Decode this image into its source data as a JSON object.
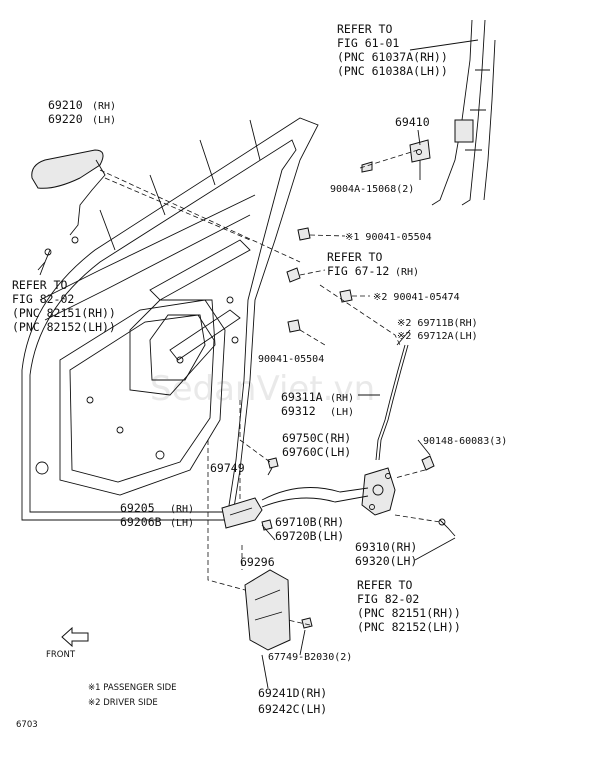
{
  "refs": {
    "fig61_line1": "REFER TO",
    "fig61_line2": "FIG 61-01",
    "fig61_line3": "(PNC 61037A(RH))",
    "fig61_line4": "(PNC 61038A(LH))",
    "fig67_line1": "REFER TO",
    "fig67_line2": "FIG 67-12",
    "fig67_line2_suffix": "(RH)",
    "fig82a_line1": "REFER TO",
    "fig82a_line2": "FIG 82-02",
    "fig82a_line3": "(PNC 82151(RH))",
    "fig82a_line4": "(PNC 82152(LH))",
    "fig82b_line1": "REFER TO",
    "fig82b_line2": "FIG 82-02",
    "fig82b_line3": "(PNC 82151(RH))",
    "fig82b_line4": "(PNC 82152(LH))"
  },
  "parts": {
    "p69210": "69210",
    "p69210_side": "(RH)",
    "p69220": "69220",
    "p69220_side": "(LH)",
    "p69410": "69410",
    "p9004a": "9004A-15068(2)",
    "p90041_05504_top": "※1 90041-05504",
    "p90041_05474": "※2 90041-05474",
    "p90041_05504_mid": "90041-05504",
    "p69711b": "※2 69711B(RH)",
    "p69712a": "※2 69712A(LH)",
    "p69311a": "69311A",
    "p69311a_side": "(RH)",
    "p69312": "69312",
    "p69312_side": "(LH)",
    "p90148": "90148-60083(3)",
    "p69750c": "69750C(RH)",
    "p69760c": "69760C(LH)",
    "p69749": "69749",
    "p69205": "69205",
    "p69205_side": "(RH)",
    "p69206b": "69206B",
    "p69206b_side": "(LH)",
    "p69710b": "69710B(RH)",
    "p69720b": "69720B(LH)",
    "p69310": "69310(RH)",
    "p69320": "69320(LH)",
    "p69296": "69296",
    "p67749": "67749-B2030(2)",
    "p69241d": "69241D(RH)",
    "p69242c": "69242C(LH)"
  },
  "legend": {
    "front": "FRONT",
    "note1": "※1 PASSENGER SIDE",
    "note2": "※2 DRIVER SIDE",
    "fig_number": "6703"
  },
  "watermark": "SedanViet.vn"
}
